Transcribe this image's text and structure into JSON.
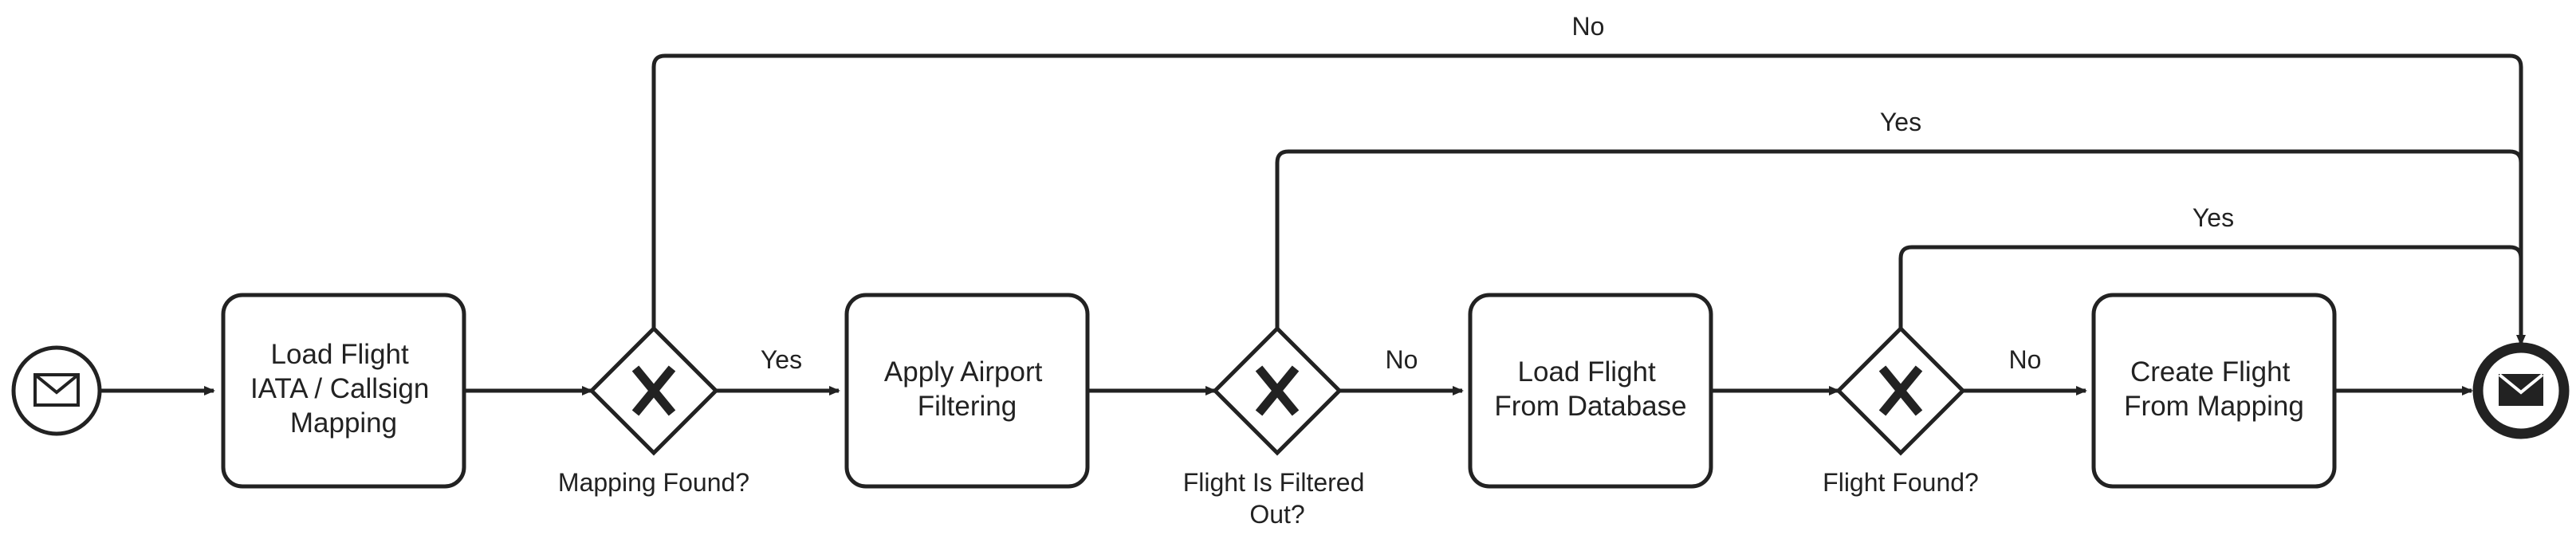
{
  "diagram": {
    "start_event": {
      "icon": "envelope-icon"
    },
    "end_event": {
      "icon": "envelope-filled-icon"
    },
    "tasks": [
      {
        "lines": [
          "Load Flight",
          "IATA / Callsign",
          "Mapping"
        ]
      },
      {
        "lines": [
          "Apply Airport",
          "Filtering"
        ]
      },
      {
        "lines": [
          "Load Flight",
          "From Database"
        ]
      },
      {
        "lines": [
          "Create Flight",
          "From Mapping"
        ]
      }
    ],
    "gateways": [
      {
        "marker": "X",
        "label_lines": [
          "Mapping Found?"
        ]
      },
      {
        "marker": "X",
        "label_lines": [
          "Flight Is Filtered",
          "Out?"
        ]
      },
      {
        "marker": "X",
        "label_lines": [
          "Flight Found?"
        ]
      }
    ],
    "flow_labels": {
      "gateway1_yes": "Yes",
      "gateway1_no": "No",
      "gateway2_no": "No",
      "gateway2_yes": "Yes",
      "gateway3_no": "No",
      "gateway3_yes": "Yes"
    }
  }
}
